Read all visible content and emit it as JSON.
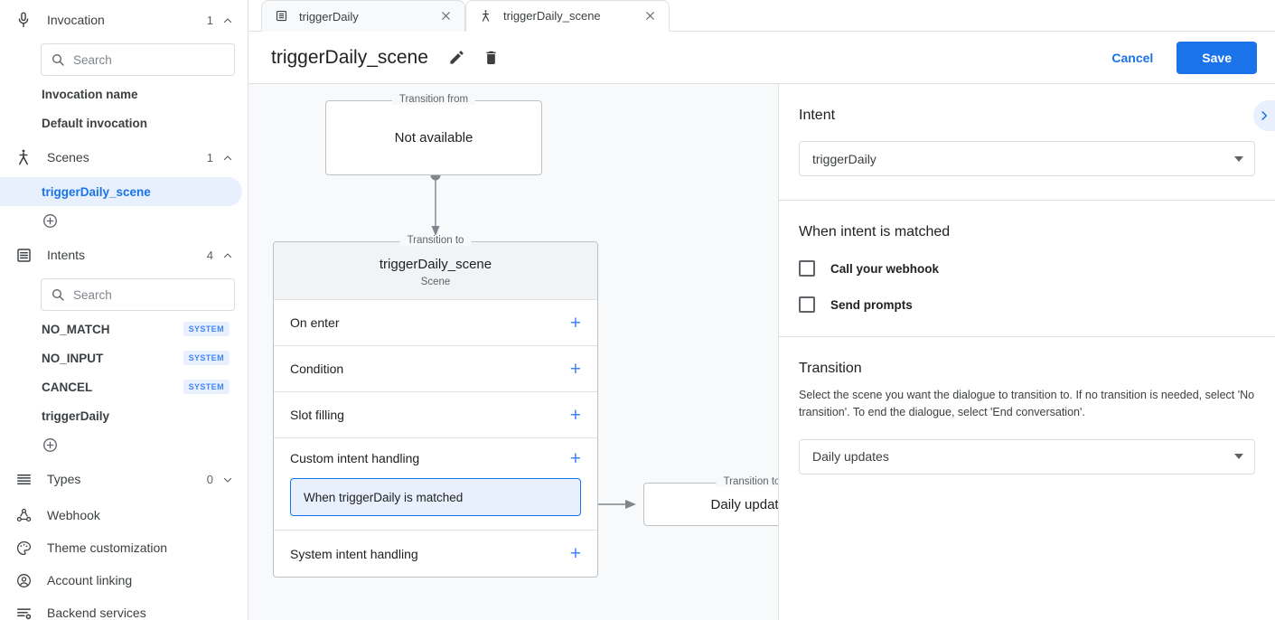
{
  "sidebar": {
    "groups": [
      {
        "icon": "microphone-icon",
        "label": "Invocation",
        "count": "1",
        "caret": "up"
      },
      {
        "icon": "scenes-icon",
        "label": "Scenes",
        "count": "1",
        "caret": "up"
      },
      {
        "icon": "intents-icon",
        "label": "Intents",
        "count": "4",
        "caret": "up"
      },
      {
        "icon": "types-icon",
        "label": "Types",
        "count": "0",
        "caret": "down"
      }
    ],
    "invocation_search_placeholder": "Search",
    "invocation_items": [
      {
        "label": "Invocation name"
      },
      {
        "label": "Default invocation"
      }
    ],
    "scenes": [
      {
        "label": "triggerDaily_scene",
        "selected": true
      }
    ],
    "intents_search_placeholder": "Search",
    "intents": [
      {
        "label": "NO_MATCH",
        "badge": "SYSTEM"
      },
      {
        "label": "NO_INPUT",
        "badge": "SYSTEM"
      },
      {
        "label": "CANCEL",
        "badge": "SYSTEM"
      },
      {
        "label": "triggerDaily",
        "badge": ""
      }
    ],
    "bottom_items": [
      {
        "icon": "webhook-icon",
        "label": "Webhook"
      },
      {
        "icon": "palette-icon",
        "label": "Theme customization"
      },
      {
        "icon": "account-icon",
        "label": "Account linking"
      },
      {
        "icon": "backend-services-icon",
        "label": "Backend services"
      }
    ]
  },
  "tabs": [
    {
      "icon": "intent-icon",
      "label": "triggerDaily",
      "active": false
    },
    {
      "icon": "scene-icon",
      "label": "triggerDaily_scene",
      "active": true
    }
  ],
  "header": {
    "title": "triggerDaily_scene",
    "edit_icon": "pencil-icon",
    "delete_icon": "trash-icon",
    "cancel_label": "Cancel",
    "save_label": "Save"
  },
  "canvas": {
    "from_node": {
      "legend": "Transition from",
      "text": "Not available"
    },
    "scene_node": {
      "legend": "Transition to",
      "name": "triggerDaily_scene",
      "subtitle": "Scene",
      "rows": [
        {
          "label": "On enter"
        },
        {
          "label": "Condition"
        },
        {
          "label": "Slot filling"
        },
        {
          "label": "Custom intent handling"
        },
        {
          "label": "System intent handling"
        }
      ],
      "handler_label": "When triggerDaily is matched"
    },
    "target_node": {
      "legend": "Transition to",
      "text": "Daily updates"
    }
  },
  "panel": {
    "intent": {
      "title": "Intent",
      "value": "triggerDaily"
    },
    "matched": {
      "title": "When intent is matched",
      "checkboxes": [
        {
          "label": "Call your webhook",
          "checked": false
        },
        {
          "label": "Send prompts",
          "checked": false
        }
      ]
    },
    "transition": {
      "title": "Transition",
      "description": "Select the scene you want the dialogue to transition to. If no transition is needed, select 'No transition'. To end the dialogue, select 'End conversation'.",
      "value": "Daily updates"
    },
    "collapse_icon": "chevron-right-icon"
  },
  "colors": {
    "accent": "#1a73e8",
    "accent_soft": "#e8f0fe",
    "canvas_bg": "#f8f9fa",
    "border": "#e0e0e0"
  }
}
